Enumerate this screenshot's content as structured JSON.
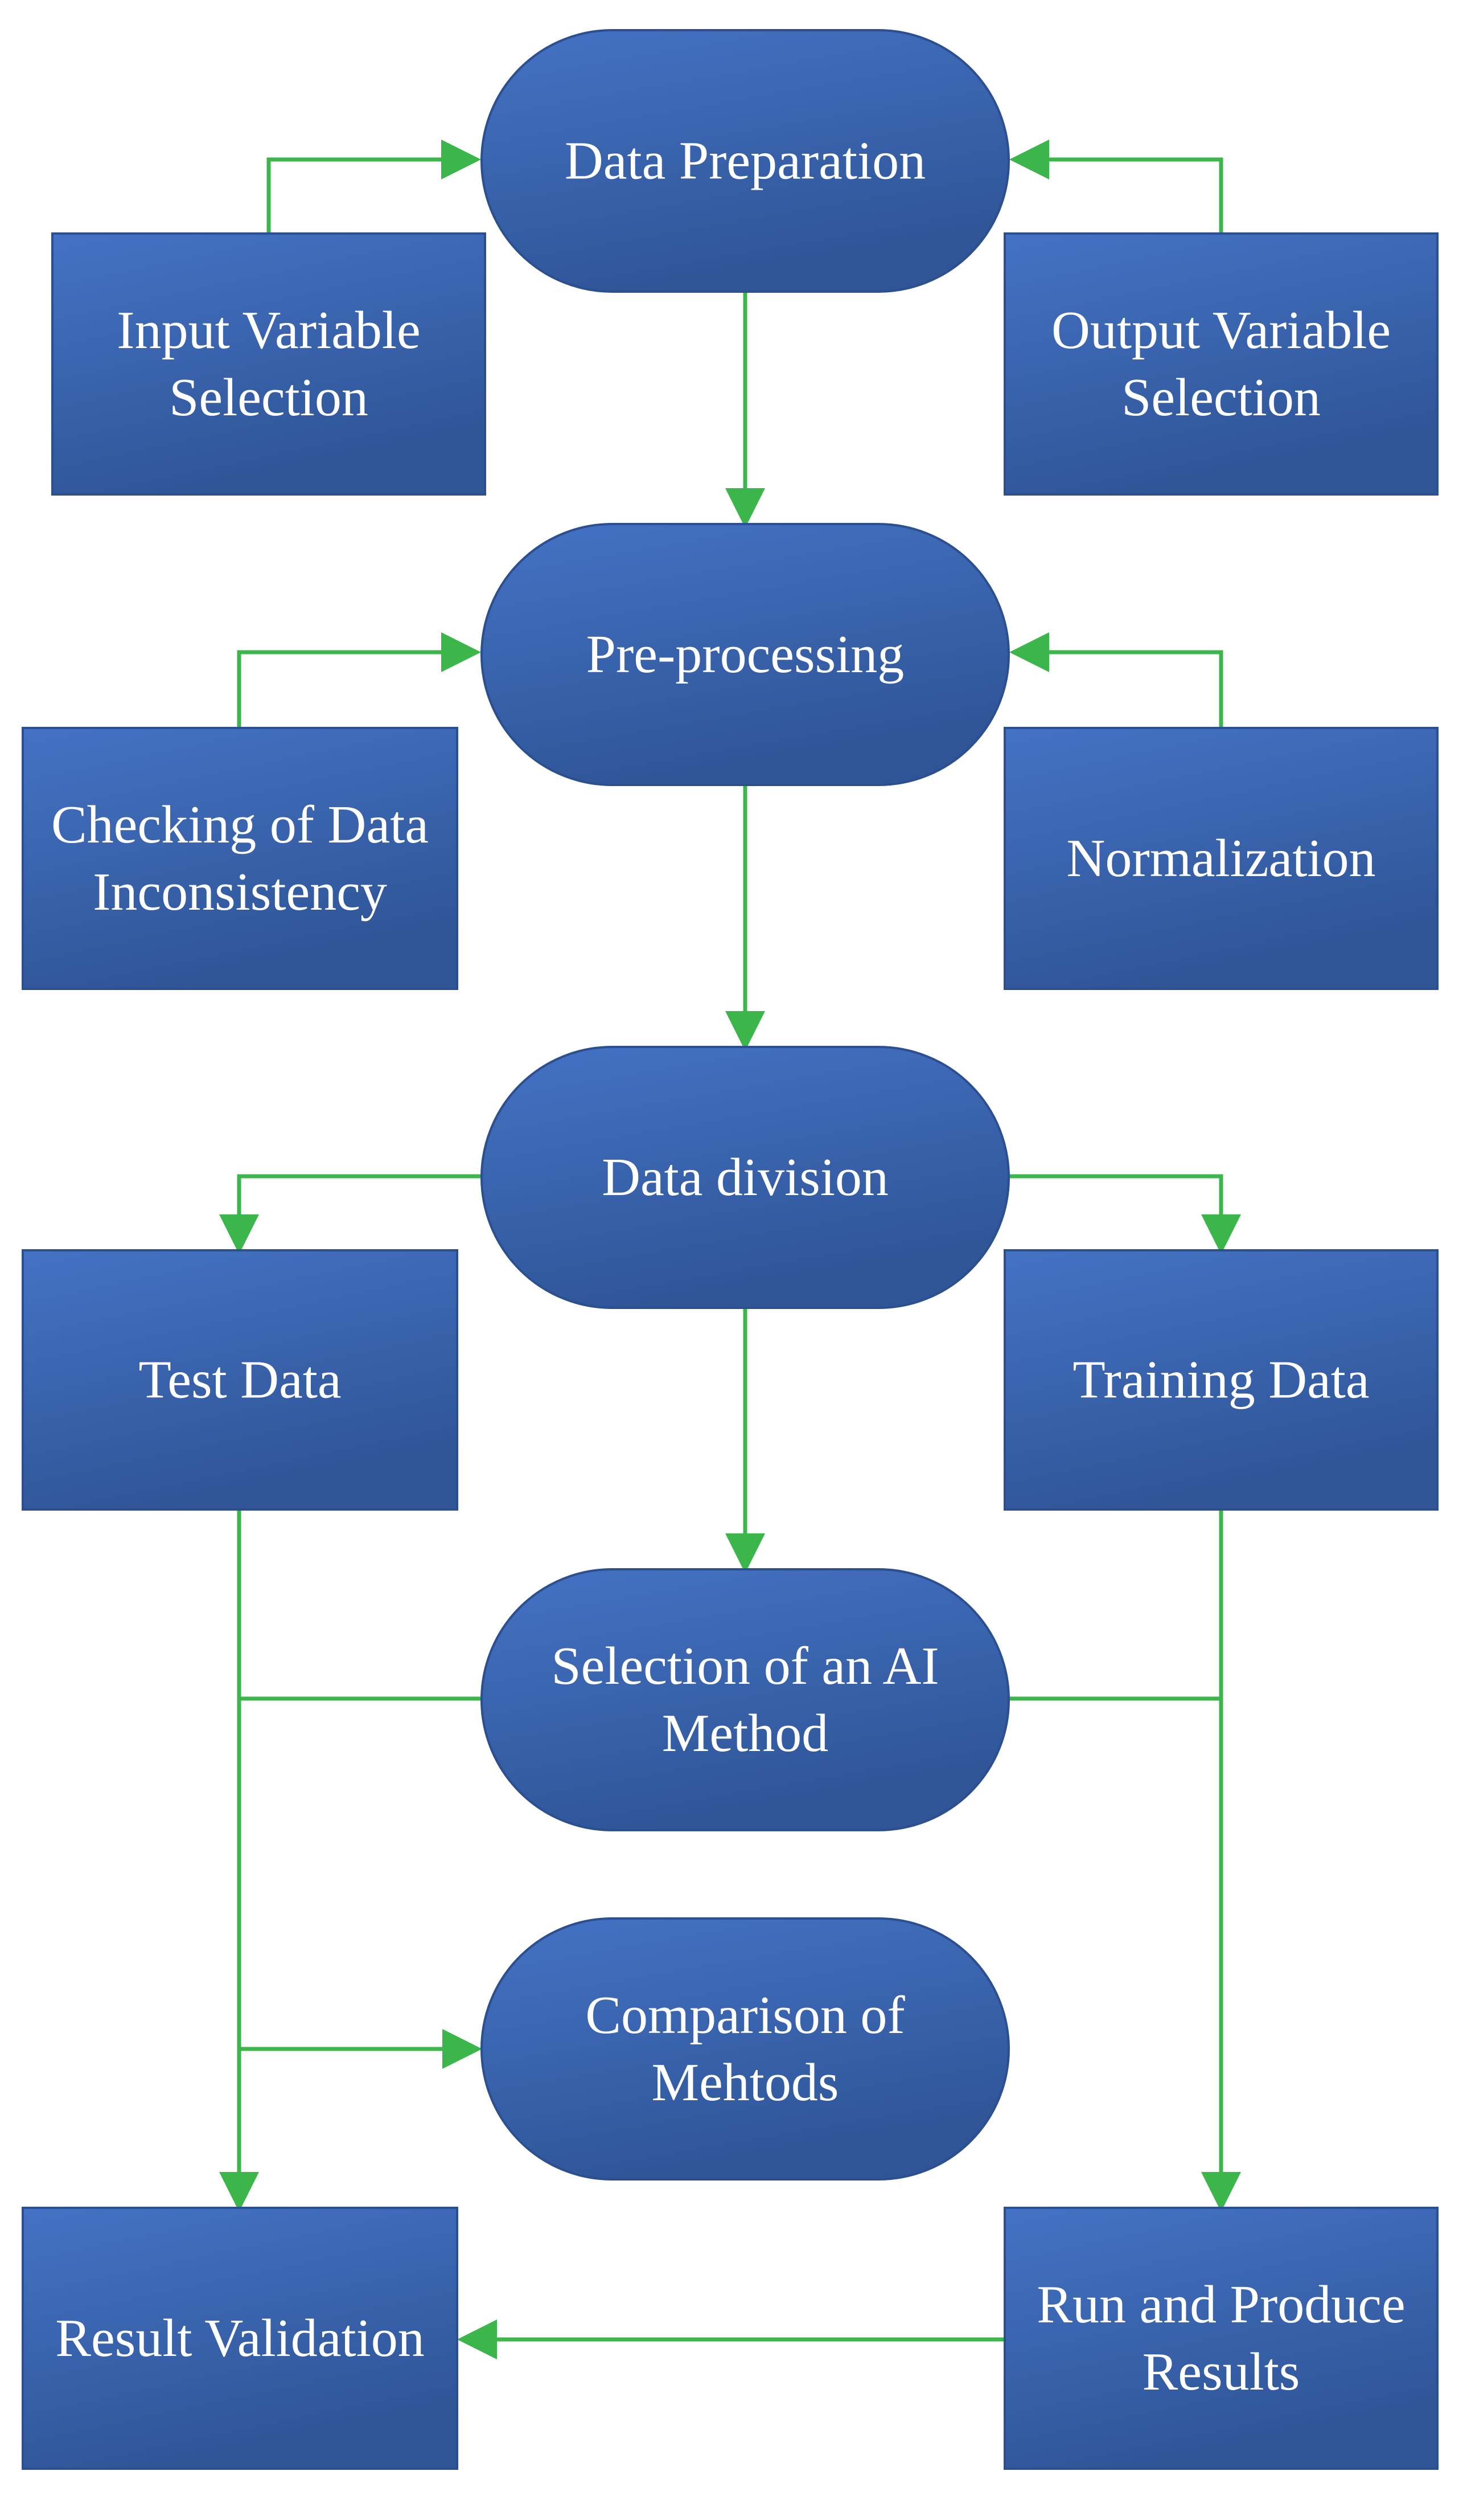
{
  "colors": {
    "node_fill_top": "#4472c4",
    "node_fill_bottom": "#2f5597",
    "node_stroke": "#2b4f8f",
    "connector": "#3cb64a",
    "text": "#ffffff"
  },
  "nodes": {
    "data_preparation": {
      "lines": [
        "Data Preparation"
      ]
    },
    "input_variable_selection": {
      "lines": [
        "Input Variable",
        "Selection"
      ]
    },
    "output_variable_selection": {
      "lines": [
        "Output Variable",
        "Selection"
      ]
    },
    "pre_processing": {
      "lines": [
        "Pre-processing"
      ]
    },
    "checking_of_data_inconsistency": {
      "lines": [
        "Checking of Data",
        "Inconsistency"
      ]
    },
    "normalization": {
      "lines": [
        "Normalization"
      ]
    },
    "data_division": {
      "lines": [
        "Data division"
      ]
    },
    "test_data": {
      "lines": [
        "Test Data"
      ]
    },
    "training_data": {
      "lines": [
        "Training Data"
      ]
    },
    "selection_of_an_ai_method": {
      "lines": [
        "Selection of an AI",
        "Method"
      ]
    },
    "comparison_of_methods": {
      "lines": [
        "Comparison of",
        "Mehtods"
      ]
    },
    "result_validation": {
      "lines": [
        "Result Validation"
      ]
    },
    "run_and_produce_results": {
      "lines": [
        "Run and Produce",
        "Results"
      ]
    }
  }
}
